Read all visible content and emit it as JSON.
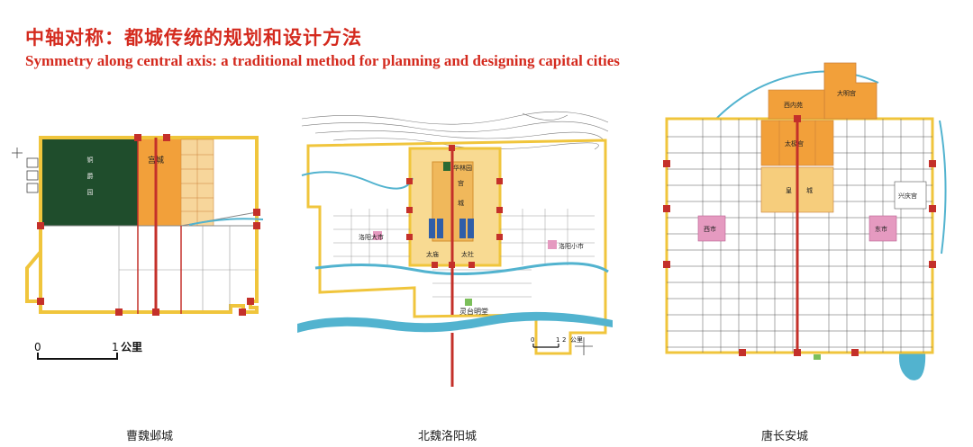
{
  "title_zh": "中轴对称：都城传统的规划和设计方法",
  "title_en": "Symmetry along central axis: a traditional method for planning and designing capital cities",
  "colors": {
    "title": "#d42a1e",
    "wall": "#f0c53c",
    "palace": "#f2a03a",
    "garden": "#1f4d2c",
    "axis": "#c4302a",
    "water": "#52b3cf",
    "market": "#e59ac0"
  },
  "maps": {
    "ye": {
      "caption": "曹魏邺城",
      "palace_label": "宫城",
      "scale_zero": "0",
      "scale_one": "1",
      "scale_unit": "公里"
    },
    "luoyang": {
      "caption": "北魏洛阳城",
      "label_hualin": "华林园",
      "label_gong": "宫",
      "label_cheng": "城",
      "label_west_market": "洛阳大市",
      "label_east_market": "洛阳小市",
      "label_lingtai": "灵台明堂",
      "label_taimiao": "太庙",
      "label_taishe": "太社",
      "scale_zero": "0",
      "scale_one": "1",
      "scale_num": "2",
      "scale_unit": "公里"
    },
    "changan": {
      "caption": "唐长安城",
      "label_daming": "大明宫",
      "label_xinei": "西内苑",
      "label_taiji": "太极宫",
      "label_huang": "皇",
      "label_cheng": "城",
      "label_xingqing": "兴庆宫",
      "label_xishi": "西市",
      "label_dongshi": "东市"
    }
  }
}
